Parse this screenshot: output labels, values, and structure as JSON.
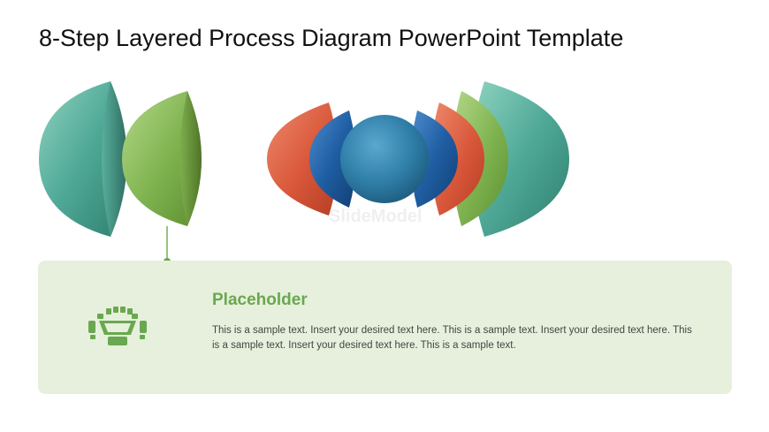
{
  "slide": {
    "title": "8-Step Layered Process Diagram PowerPoint Template"
  },
  "diagram": {
    "left_group": [
      "teal",
      "green"
    ],
    "right_group": [
      "orange",
      "blue",
      "blue",
      "orange",
      "green",
      "teal"
    ],
    "center": "blue-sphere",
    "colors": {
      "teal": "#4fa896",
      "green": "#7eb24e",
      "orange": "#d9573a",
      "blue": "#1f5ea3",
      "sphere": "#2f7ea8",
      "connector": "#6aa84f"
    },
    "watermark": "SlideModel"
  },
  "panel": {
    "heading": "Placeholder",
    "body": "This is a sample text. Insert your desired text here. This is a sample text. Insert your desired text here. This is a sample text. Insert your desired text here. This is a sample text.",
    "icon": "conference-table-icon",
    "background": "#e6f0dc"
  }
}
